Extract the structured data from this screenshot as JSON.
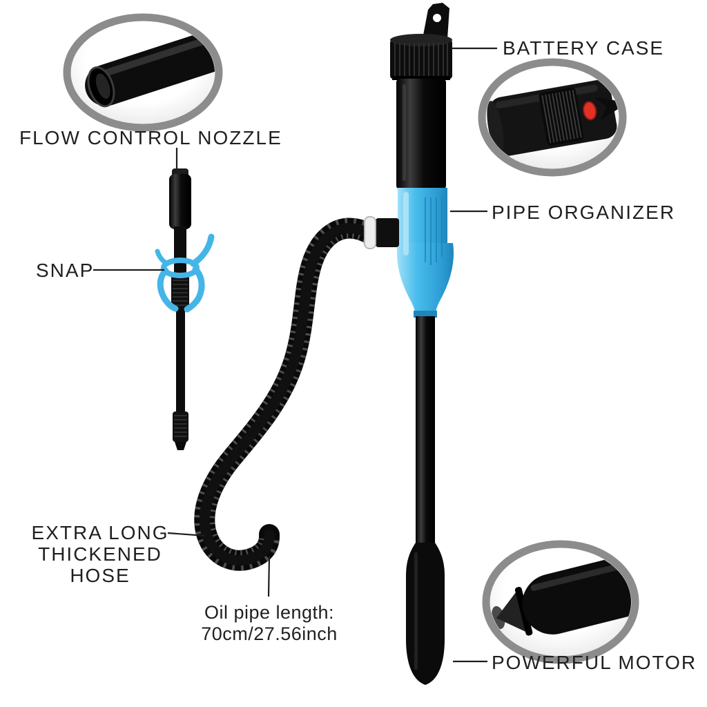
{
  "page": {
    "background": "#ffffff"
  },
  "colors": {
    "accent_blue": "#45b5e7",
    "accent_blue_dark": "#1f86ba",
    "body_black": "#0d0d0d",
    "ring_gray": "#8c8c8c",
    "button_red": "#e23125",
    "label_text": "#1f1f1f"
  },
  "callouts": {
    "flow_control_nozzle": "FLOW CONTROL NOZZLE",
    "battery_case": "BATTERY CASE",
    "pipe_organizer": "PIPE ORGANIZER",
    "snap": "SNAP",
    "hose": {
      "line1": "EXTRA LONG",
      "line2": "THICKENED",
      "line3": "HOSE"
    },
    "pipe_length": {
      "line1": "Oil pipe length:",
      "line2": "70cm/27.56inch"
    },
    "powerful_motor": "POWERFUL MOTOR"
  }
}
